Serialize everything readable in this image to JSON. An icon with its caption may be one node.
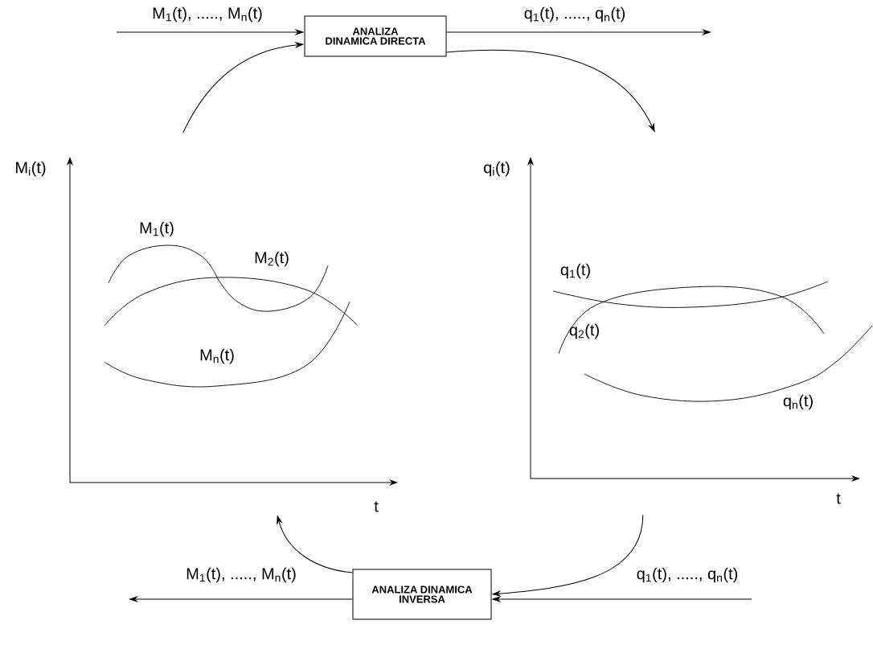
{
  "diagram": {
    "nodes": [
      {
        "text": [
          "ANALIZA DINAMICA DIRECTA"
        ]
      },
      {
        "text": [
          "ANALIZA DINAMICA INVERSA"
        ]
      },
      {
        "text": [],
        "shape": "picture"
      },
      {
        "text": [],
        "shape": "picture"
      }
    ],
    "edges": [
      {
        "from": null,
        "to": 0,
        "arrow": "to",
        "label": "M$_{1}$(t), ....., M$_{n}$(t)"
      },
      {
        "from": 0,
        "to": null,
        "arrow": "to",
        "label": "q$_{1}$(t), ....., q$_{n}$(t)"
      },
      {
        "from": 2,
        "to": 0,
        "arrow": "to"
      },
      {
        "from": 0,
        "to": 3,
        "arrow": "to"
      },
      {
        "from": 3,
        "to": 1,
        "arrow": "to"
      },
      {
        "from": 1,
        "to": 2,
        "arrow": "to"
      },
      {
        "from": null,
        "to": 1,
        "arrow": "to",
        "label": "q$_{1}$(t), ....., q$_{n}$(t)"
      },
      {
        "from": 1,
        "to": null,
        "arrow": "to",
        "label": "M$_{1}$(t), ....., M$_{n}$(t)"
      }
    ],
    "labels": [
      "M$_{i}$(t)",
      "M$_{1}$(t)",
      "M$_{2}$(t)",
      "M$_{n}$(t)",
      "t",
      "q$_{i}$(t)",
      "q$_{1}$(t)",
      "q$_{2}$(t)",
      "q$_{n}$(t)",
      "t"
    ]
  }
}
